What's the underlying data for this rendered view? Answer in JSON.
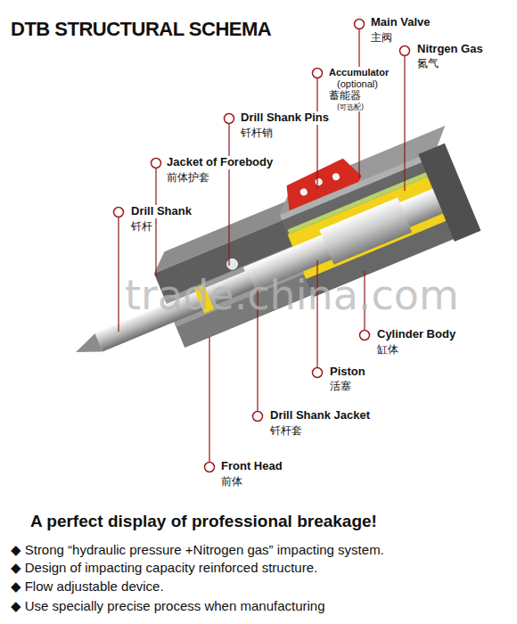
{
  "diagram": {
    "title": "DTB STRUCTURAL SCHEMA",
    "caption": "A perfect display of professional breakage!",
    "labels": [
      "Main Valve",
      "主阀",
      "Nitrgen Gas",
      "氮气",
      "Accumulator",
      "(optional)",
      "蓄能器",
      "(可选配)",
      "Drill Shank Pins",
      "钎杆销",
      "Jacket of Forebody",
      "前体护套",
      "Drill Shank",
      "钎杆",
      "Cylinder Body",
      "缸体",
      "Piston",
      "活塞",
      "Drill Shank Jacket",
      "钎杆套",
      "Front Head",
      "前体",
      "trade.china.com",
      "◆ Strong “hydraulic pressure +Nitrogen gas” impacting system.",
      "◆ Design of impacting capacity reinforced structure.",
      "◆ Flow adjustable device.",
      "◆ Use specially precise process when manufacturing"
    ]
  }
}
